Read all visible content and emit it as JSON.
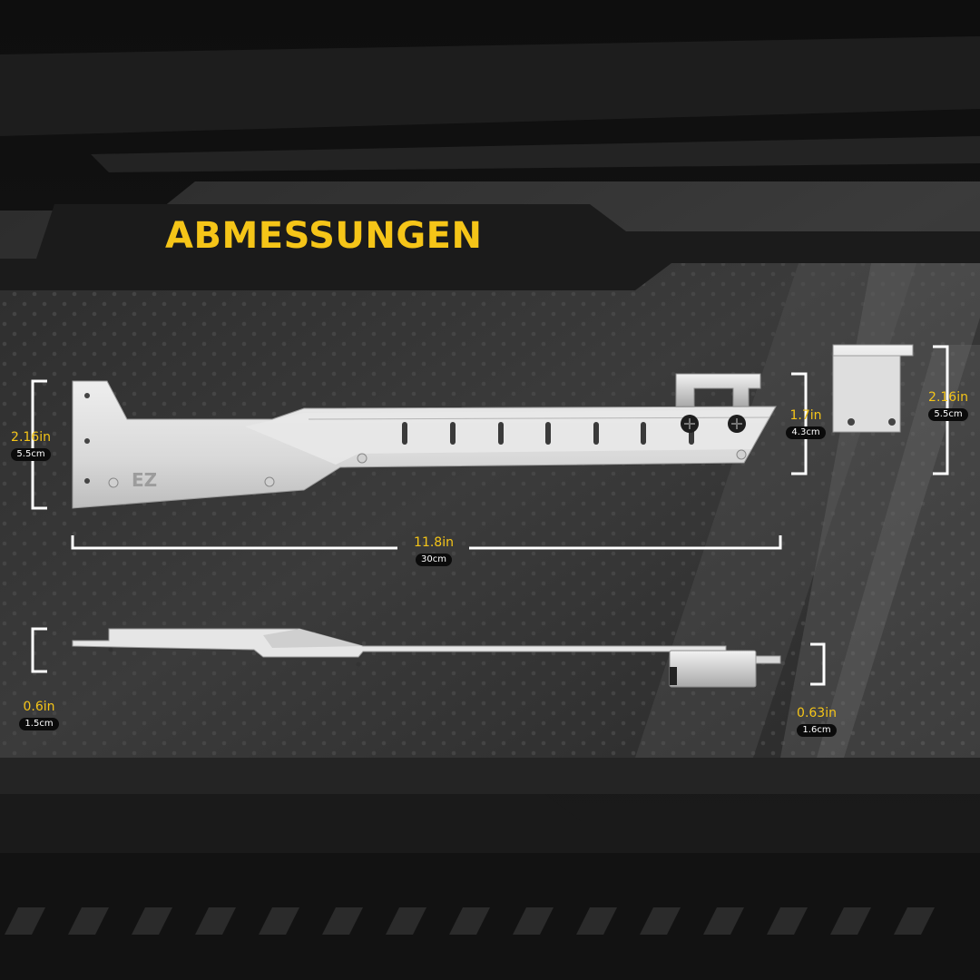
{
  "title": "ABMESSUNGEN",
  "brand_mark": "EZ",
  "colors": {
    "accent": "#f5c518",
    "background": "#141414",
    "panel": "#3a3a3a",
    "metal": "#dcdcdc",
    "badge": "#0b0b0b"
  },
  "icons": [
    "bracket-icon",
    "mounting-clip-icon",
    "screw-icon"
  ],
  "dimensions": {
    "bracket_height": {
      "imperial": "2.16in",
      "metric": "5.5cm"
    },
    "clip_offset": {
      "imperial": "1.7in",
      "metric": "4.3cm"
    },
    "clip_height": {
      "imperial": "2.16in",
      "metric": "5.5cm"
    },
    "bracket_length": {
      "imperial": "11.8in",
      "metric": "30cm"
    },
    "side_thickness_left": {
      "imperial": "0.6in",
      "metric": "1.5cm"
    },
    "side_thickness_right": {
      "imperial": "0.63in",
      "metric": "1.6cm"
    }
  }
}
